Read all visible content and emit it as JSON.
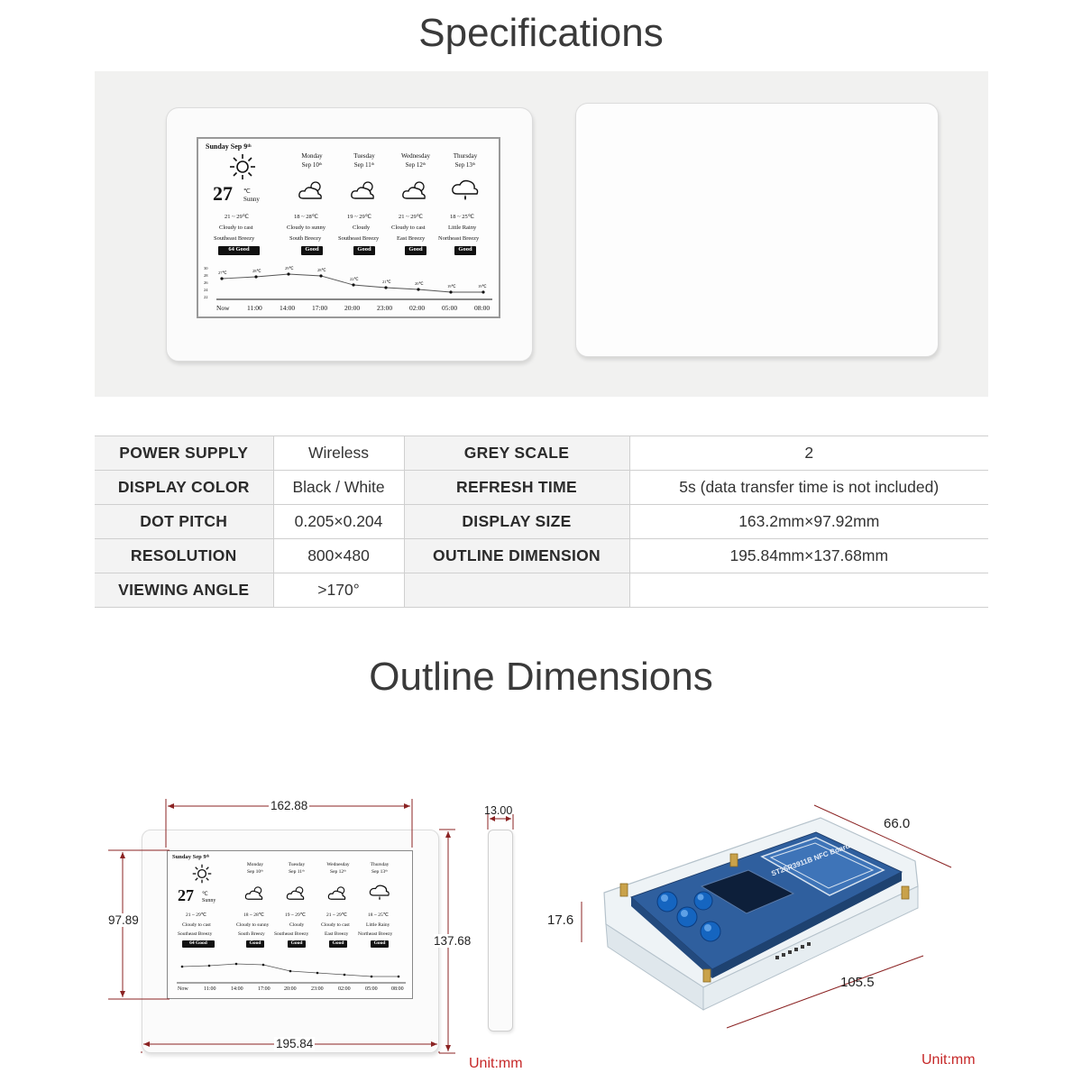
{
  "titles": {
    "specifications": "Specifications",
    "outline": "Outline Dimensions"
  },
  "weather": {
    "today_date": "Sunday Sep 9ᵗʰ",
    "today_temp": "27",
    "today_unit": "℃",
    "today_cond": "Sunny",
    "today_range": "21 ~ 29℃",
    "today_desc": "Cloudy to cast",
    "today_wind": "Southeast Breezy",
    "today_aqi": "64 Good",
    "days": [
      {
        "day": "Monday",
        "date": "Sep 10ᵗʰ",
        "range": "18 ~ 28℃",
        "desc": "Cloudy to sunny",
        "wind": "South Breezy",
        "aqi": "Good",
        "icon": "partly-cloudy-icon"
      },
      {
        "day": "Tuesday",
        "date": "Sep 11ᵗʰ",
        "range": "19 ~ 29℃",
        "desc": "Cloudy",
        "wind": "Southeast Breezy",
        "aqi": "Good",
        "icon": "partly-cloudy-icon"
      },
      {
        "day": "Wednesday",
        "date": "Sep 12ᵗʰ",
        "range": "21 ~ 29℃",
        "desc": "Cloudy to cast",
        "wind": "East Breezy",
        "aqi": "Good",
        "icon": "partly-cloudy-icon"
      },
      {
        "day": "Thursday",
        "date": "Sep 13ᵗʰ",
        "range": "18 ~ 25℃",
        "desc": "Little Rainy",
        "wind": "Northeast Breezy",
        "aqi": "Good",
        "icon": "rain-cloud-icon"
      }
    ],
    "times": [
      "Now",
      "11:00",
      "14:00",
      "17:00",
      "20:00",
      "23:00",
      "02:00",
      "05:00",
      "08:00"
    ],
    "point_labels": [
      "27℃",
      "28℃",
      "29℃",
      "28℃",
      "22℃",
      "21℃",
      "20℃",
      "19℃",
      "19℃"
    ],
    "axis_labels": [
      "30",
      "28",
      "26",
      "24",
      "22"
    ]
  },
  "spec_rows": [
    {
      "label1": "POWER SUPPLY",
      "value1": "Wireless",
      "label2": "GREY SCALE",
      "value2": "2"
    },
    {
      "label1": "DISPLAY COLOR",
      "value1": "Black / White",
      "label2": "REFRESH TIME",
      "value2": "5s (data transfer time is not included)"
    },
    {
      "label1": "DOT PITCH",
      "value1": "0.205×0.204",
      "label2": "DISPLAY SIZE",
      "value2": "163.2mm×97.92mm"
    },
    {
      "label1": "RESOLUTION",
      "value1": "800×480",
      "label2": "OUTLINE DIMENSION",
      "value2": "195.84mm×137.68mm"
    },
    {
      "label1": "VIEWING ANGLE",
      "value1": ">170°",
      "label2": "",
      "value2": ""
    }
  ],
  "dimensions": {
    "display_width": "162.88",
    "display_height": "97.89",
    "outline_width": "195.84",
    "outline_height": "137.68",
    "thickness": "13.00",
    "box_depth": "66.0",
    "box_height": "17.6",
    "box_length": "105.5",
    "unit_left": "Unit:mm",
    "unit_right": "Unit:mm"
  },
  "board_text": "ST25R3911B NFC Board",
  "colors": {
    "dimension_line": "#8b2323",
    "unit_text": "#c62828",
    "board_blue": "#2f5f9e",
    "button_blue": "#1565c0"
  }
}
